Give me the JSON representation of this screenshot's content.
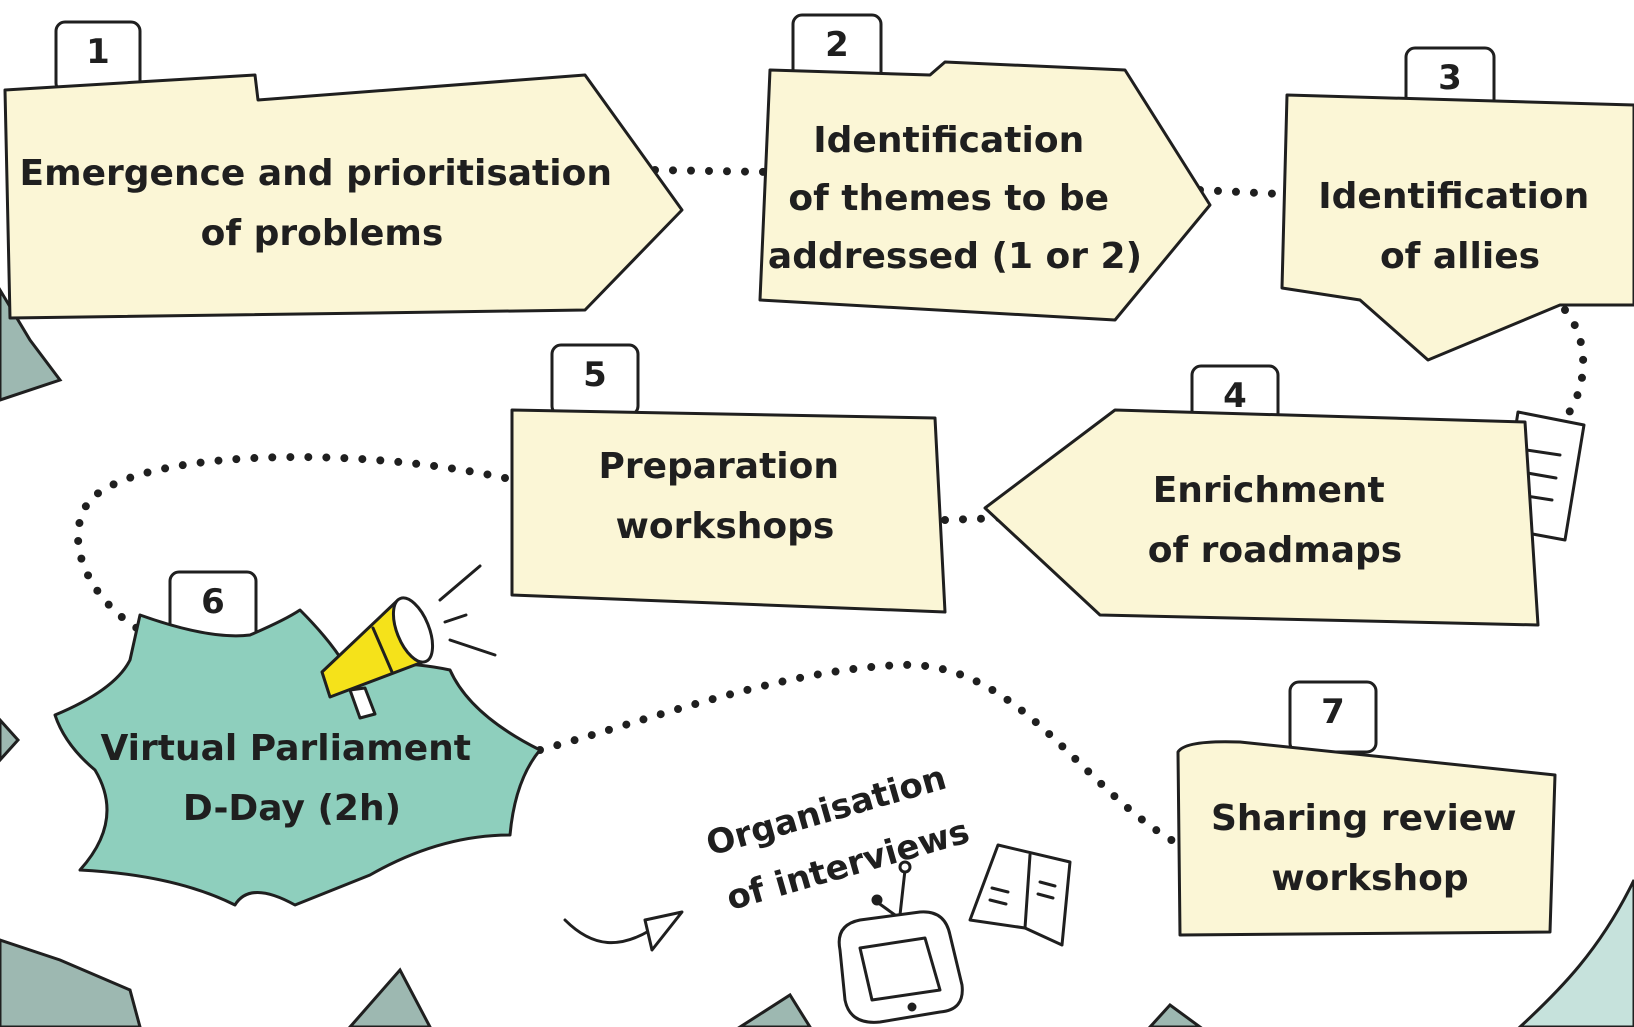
{
  "steps": [
    {
      "number": "1",
      "lines": [
        "Emergence and prioritisation",
        "of problems"
      ]
    },
    {
      "number": "2",
      "lines": [
        "Identification",
        "of themes to be",
        "addressed (1 or 2)"
      ]
    },
    {
      "number": "3",
      "lines": [
        "Identification",
        "of allies"
      ]
    },
    {
      "number": "4",
      "lines": [
        "Enrichment",
        "of roadmaps"
      ]
    },
    {
      "number": "5",
      "lines": [
        "Preparation",
        "workshops"
      ]
    },
    {
      "number": "6",
      "lines": [
        "Virtual Parliament",
        "D-Day (2h)"
      ]
    },
    {
      "number": "7",
      "lines": [
        "Sharing review",
        "workshop"
      ]
    }
  ],
  "annotation": {
    "lines": [
      "Organisation",
      "of interviews"
    ]
  },
  "colors": {
    "card": "#fbf6d6",
    "highlight": "#8ecfbd",
    "megaphone": "#f5e21a",
    "background_shapes": "#9db8b1"
  },
  "icons": [
    "document-icon",
    "megaphone-icon",
    "book-icon",
    "tv-icon",
    "arrow-icon"
  ]
}
